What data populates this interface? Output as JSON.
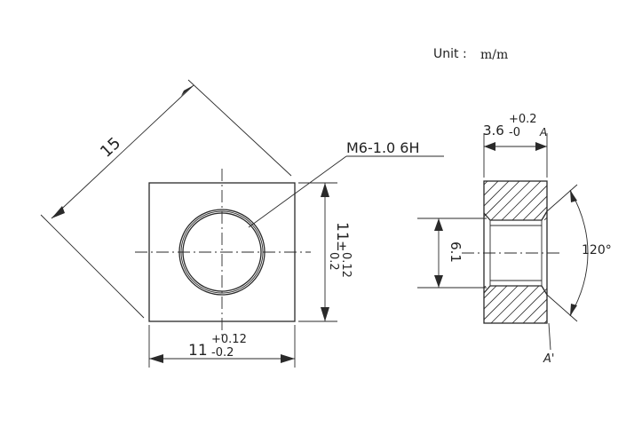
{
  "unit": {
    "label": "Unit :",
    "value": "m/m"
  },
  "front_view": {
    "diagonal_dimension": "15",
    "thread_callout": "M6-1.0 6H",
    "width_dimension": {
      "nominal": "11",
      "upper_tol": "+0.12",
      "lower_tol": "-0.2"
    },
    "height_dimension": {
      "nominal": "11",
      "tol_sign": "±",
      "upper_tol": "0.12",
      "lower_tol": "0.2"
    }
  },
  "side_view": {
    "thickness_dimension": {
      "nominal": "3.6",
      "upper_tol": "+0.2",
      "lower_tol": "-0"
    },
    "section_mark_top": "A",
    "section_mark_bottom": "A'",
    "bore_dimension": "6.1",
    "chamfer_angle": "120°"
  }
}
